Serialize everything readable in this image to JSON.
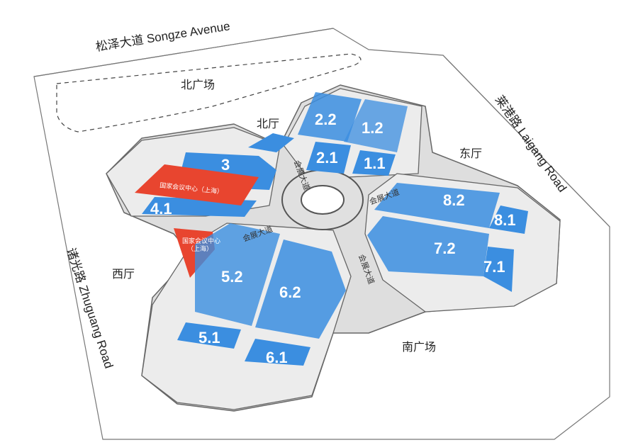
{
  "roads": {
    "north": "松泽大道  Songze Avenue",
    "east": "莱港路  Laigang Road",
    "west": "诸光路  Zhuguang Road"
  },
  "plazas": {
    "north": "北广场",
    "south": "南广场"
  },
  "lobbies": {
    "north": "北厅",
    "east": "东厅",
    "west": "西厅"
  },
  "halls": {
    "h2_2": "2.2",
    "h1_2": "1.2",
    "h2_1": "2.1",
    "h1_1": "1.1",
    "h3": "3",
    "h4_1": "4.1",
    "h8_2": "8.2",
    "h8_1": "8.1",
    "h7_2": "7.2",
    "h7_1": "7.1",
    "h5_2": "5.2",
    "h6_2": "6.2",
    "h5_1": "5.1",
    "h6_1": "6.1"
  },
  "center_labels": {
    "main": "国家会议中心（上海）",
    "small_line1": "国家会议中心",
    "small_line2": "（上海）"
  },
  "inner_roads": {
    "nw": "会展大道",
    "ne": "会展大道",
    "se": "会展大道",
    "sw": "会展大道"
  },
  "colors": {
    "hall_blue": "#3b8ee0",
    "hall_blue_light": "#a9cff2",
    "center_red": "#e8452f",
    "building_gray": "#e3e3e3",
    "outline": "#555555"
  }
}
